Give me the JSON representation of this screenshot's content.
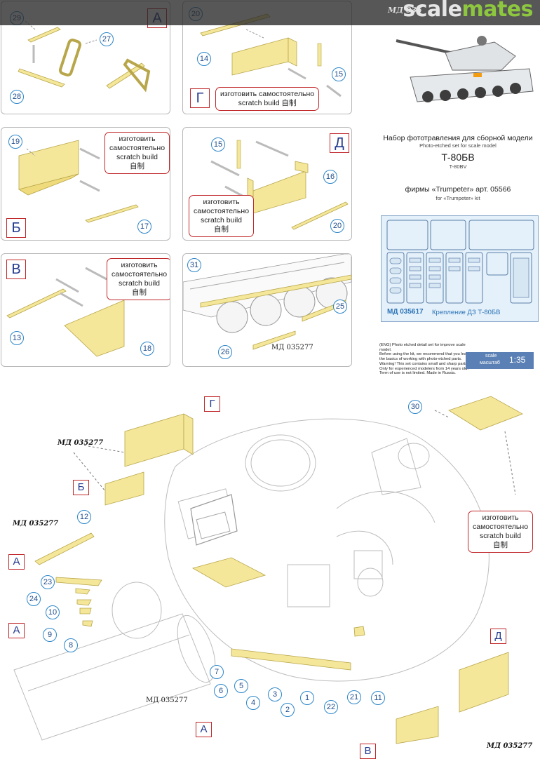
{
  "banner": {
    "brand_a": "scale",
    "brand_b": "mates",
    "code": "МД 035"
  },
  "panels": {
    "A": {
      "letter": "А",
      "nums": [
        "29",
        "27",
        "28"
      ]
    },
    "G": {
      "letter": "Г",
      "nums": [
        "20",
        "14",
        "15"
      ],
      "note": [
        "изготовить самостоятельно",
        "scratch build  自制"
      ]
    },
    "B": {
      "letter": "Б",
      "nums": [
        "19",
        "17"
      ],
      "note": [
        "изготовить",
        "самостоятельно",
        "scratch build",
        "自制"
      ]
    },
    "D": {
      "letter": "Д",
      "nums": [
        "15",
        "16",
        "20"
      ],
      "note": [
        "изготовить",
        "самостоятельно",
        "scratch build",
        "自制"
      ]
    },
    "V": {
      "letter": "В",
      "nums": [
        "13",
        "18"
      ],
      "note": [
        "изготовить",
        "самостоятельно",
        "scratch build",
        "自制"
      ]
    },
    "E": {
      "nums": [
        "31",
        "25",
        "26"
      ],
      "md": "МД 035277"
    }
  },
  "info": {
    "title_ru": "Набор фототравления для сборной модели",
    "title_en": "Photo-etched set for scale model",
    "model_ru": "Т-80БВ",
    "model_en": "T-80BV",
    "kit_ru": "фирмы «Trumpeter» арт. 05566",
    "kit_en": "for «Trumpeter» kit",
    "fret_code": "МД 035617",
    "fret_name": "Крепление ДЗ Т-80БВ",
    "warning": [
      "(ENG) Photo etched detail set for improve scale model.",
      "Before using the kit, we recommend that you learn",
      "the basics of working with photo-etched parts.",
      "Warning! This set contains small and sharp parts.",
      "Only for experienced modelers from 14 years old.",
      "Term of use is not limited. Made in Russia."
    ],
    "scale_en": "scale",
    "scale_ru": "масштаб",
    "scale_value": "1:35"
  },
  "main": {
    "letters": {
      "G": "Г",
      "B": "Б",
      "A1": "А",
      "A2": "А",
      "A3": "А",
      "D": "Д",
      "V": "В"
    },
    "md_labels": [
      "МД 035277",
      "МД 035277",
      "МД 035277",
      "МД 035277"
    ],
    "nums": {
      "n12": "12",
      "n23": "23",
      "n24": "24",
      "n10": "10",
      "n9": "9",
      "n8": "8",
      "n30": "30",
      "n7": "7",
      "n6": "6",
      "n5": "5",
      "n4": "4",
      "n3": "3",
      "n2": "2",
      "n1": "1",
      "n22": "22",
      "n21": "21",
      "n11": "11"
    },
    "note": [
      "изготовить",
      "самостоятельно",
      "scratch build",
      "自制"
    ]
  }
}
